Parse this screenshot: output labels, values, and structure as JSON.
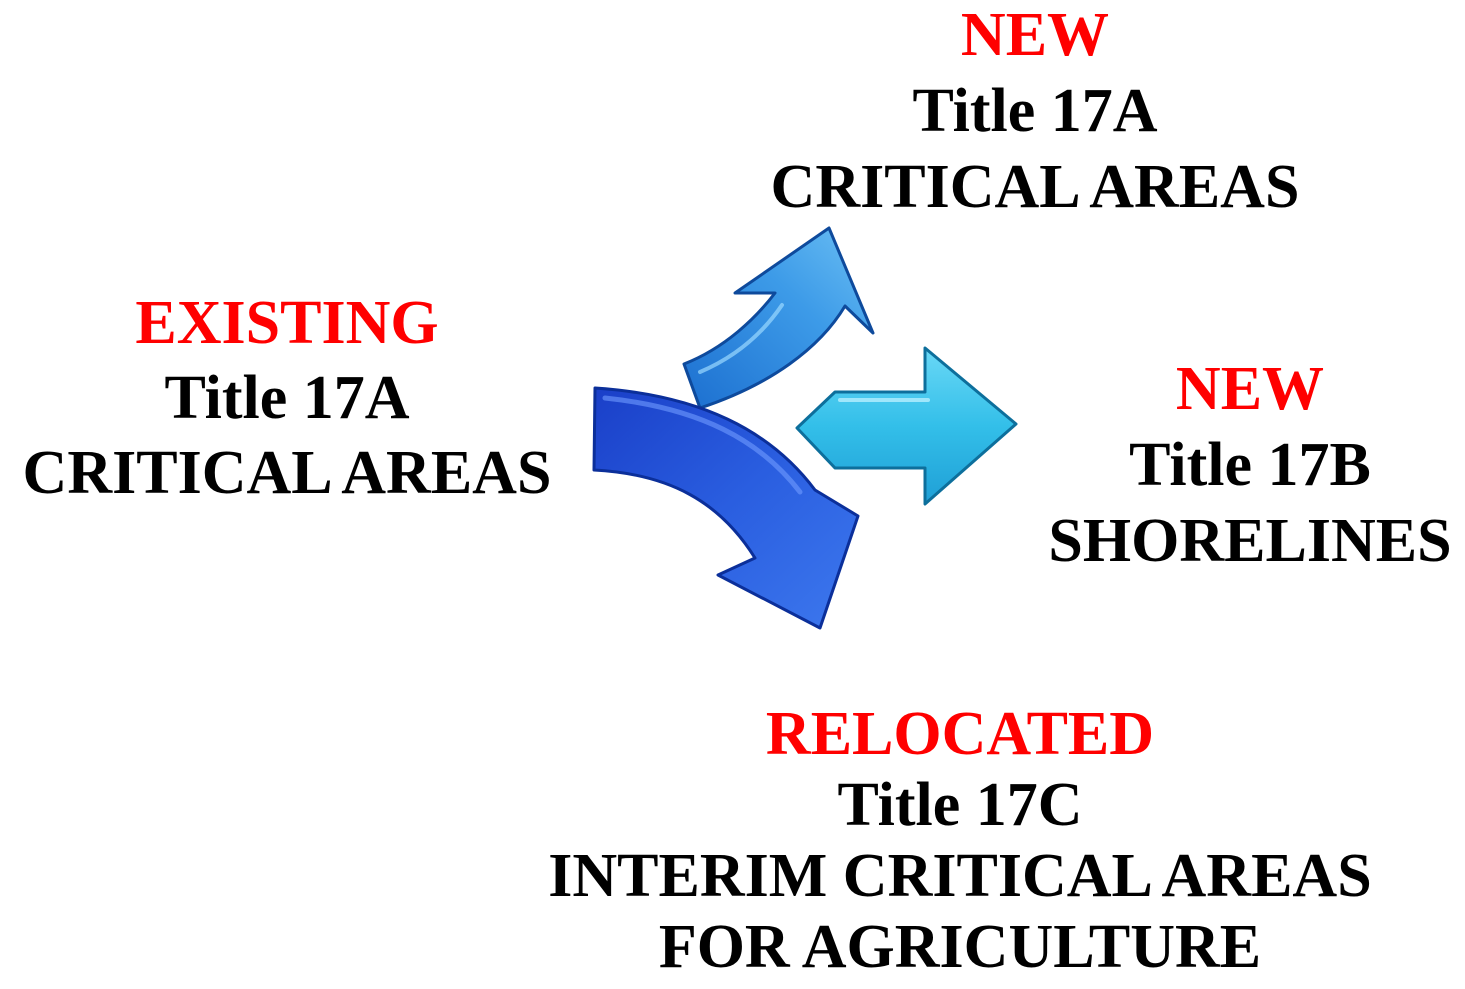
{
  "colors": {
    "status_text": "#ff0000",
    "body_text": "#000000",
    "arrow_up_right": "#2f8de0",
    "arrow_right": "#35c2ea",
    "arrow_down_right": "#1f4fd8"
  },
  "existing": {
    "status": "EXISTING",
    "title": "Title 17A",
    "name": "CRITICAL AREAS"
  },
  "new_top": {
    "status": "NEW",
    "title": "Title 17A",
    "name": "CRITICAL AREAS"
  },
  "new_right": {
    "status": "NEW",
    "title": "Title 17B",
    "name": "SHORELINES"
  },
  "relocated": {
    "status": "RELOCATED",
    "title": "Title 17C",
    "name_line1": "INTERIM CRITICAL AREAS",
    "name_line2": "FOR AGRICULTURE"
  },
  "icons": [
    "arrow-up-right-icon",
    "arrow-right-icon",
    "arrow-down-right-icon"
  ]
}
